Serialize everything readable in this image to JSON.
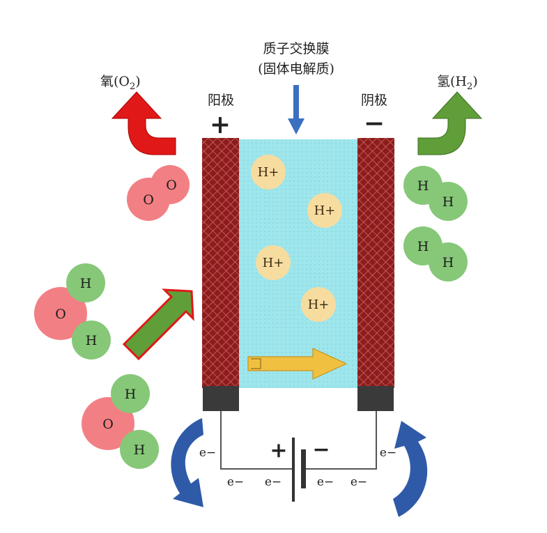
{
  "labels": {
    "membrane_line1": "质子交换膜",
    "membrane_line2": "(固体电解质)",
    "anode": "阳极",
    "cathode": "阴极",
    "anode_sign": "+",
    "cathode_sign": "−",
    "oxygen_prefix": "氧(O",
    "oxygen_sub": "2",
    "oxygen_suffix": ")",
    "hydrogen_prefix": "氢(H",
    "hydrogen_sub": "2",
    "hydrogen_suffix": ")"
  },
  "ions": [
    "H+",
    "H+",
    "H+",
    "H+"
  ],
  "atoms": {
    "oxygen": "O",
    "hydrogen": "H"
  },
  "circuit": {
    "battery_plus": "+",
    "battery_minus": "−",
    "electron": "e−"
  },
  "colors": {
    "electrode_fill": "#8e1c1c",
    "membrane_fill": "#9ee6ec",
    "terminal_fill": "#3a3a3a",
    "oxygen_atom": "#f27f84",
    "hydrogen_atom": "#86c878",
    "ion_fill": "#f7dca0",
    "arrow_red": "#e01818",
    "arrow_green": "#5f9e38",
    "arrow_blue": "#2f5aa8",
    "arrow_yellow": "#f0c040"
  }
}
